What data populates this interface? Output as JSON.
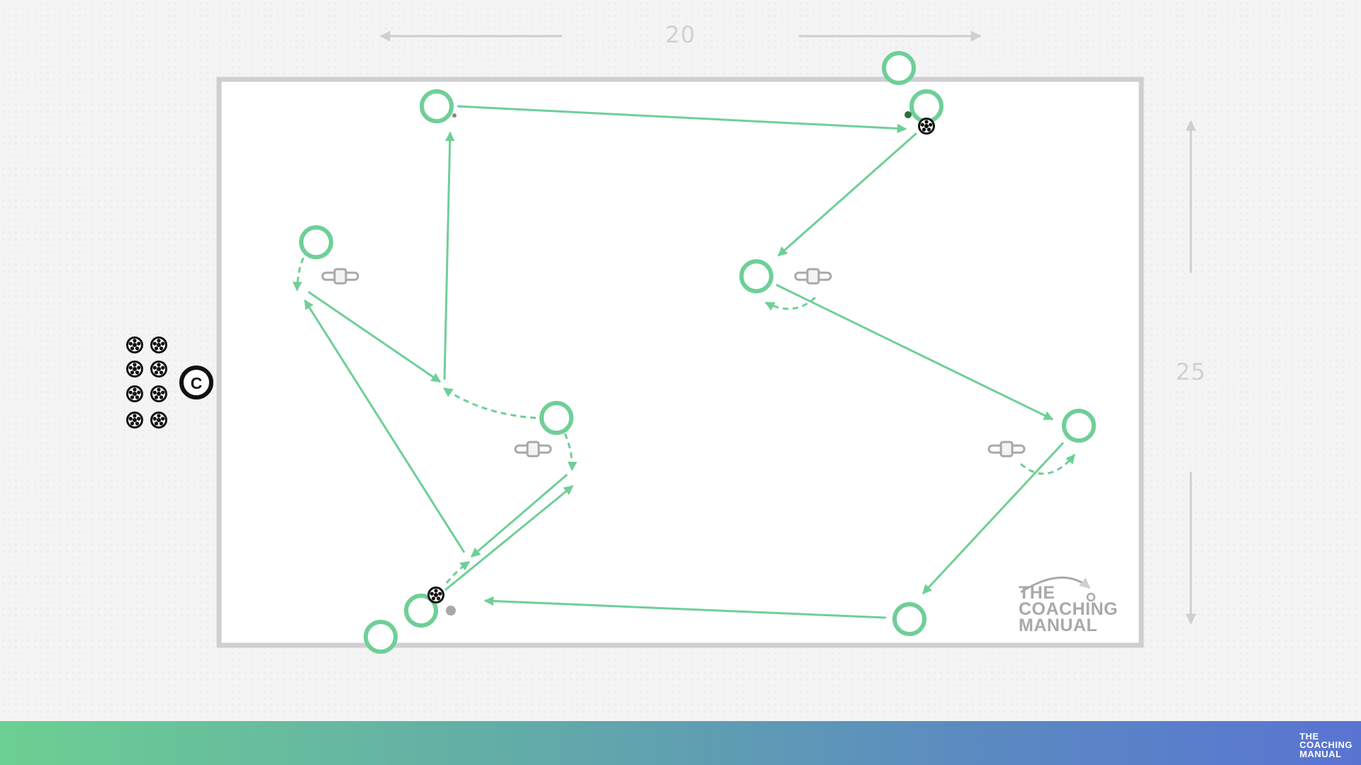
{
  "dimensions": {
    "width_label": "20",
    "height_label": "25"
  },
  "logo": {
    "line1": "THE",
    "line2": "COACHING",
    "line3": "MANUAL"
  },
  "coach": {
    "label": "C"
  },
  "colors": {
    "player": "#6fcf97",
    "field_border": "#cfcfd3",
    "footer_start": "#6ccf92",
    "footer_end": "#5a74d2"
  },
  "icons": [
    "player-ring-icon",
    "soccer-ball-icon",
    "mannequin-icon",
    "coach-icon",
    "cone-icon"
  ]
}
